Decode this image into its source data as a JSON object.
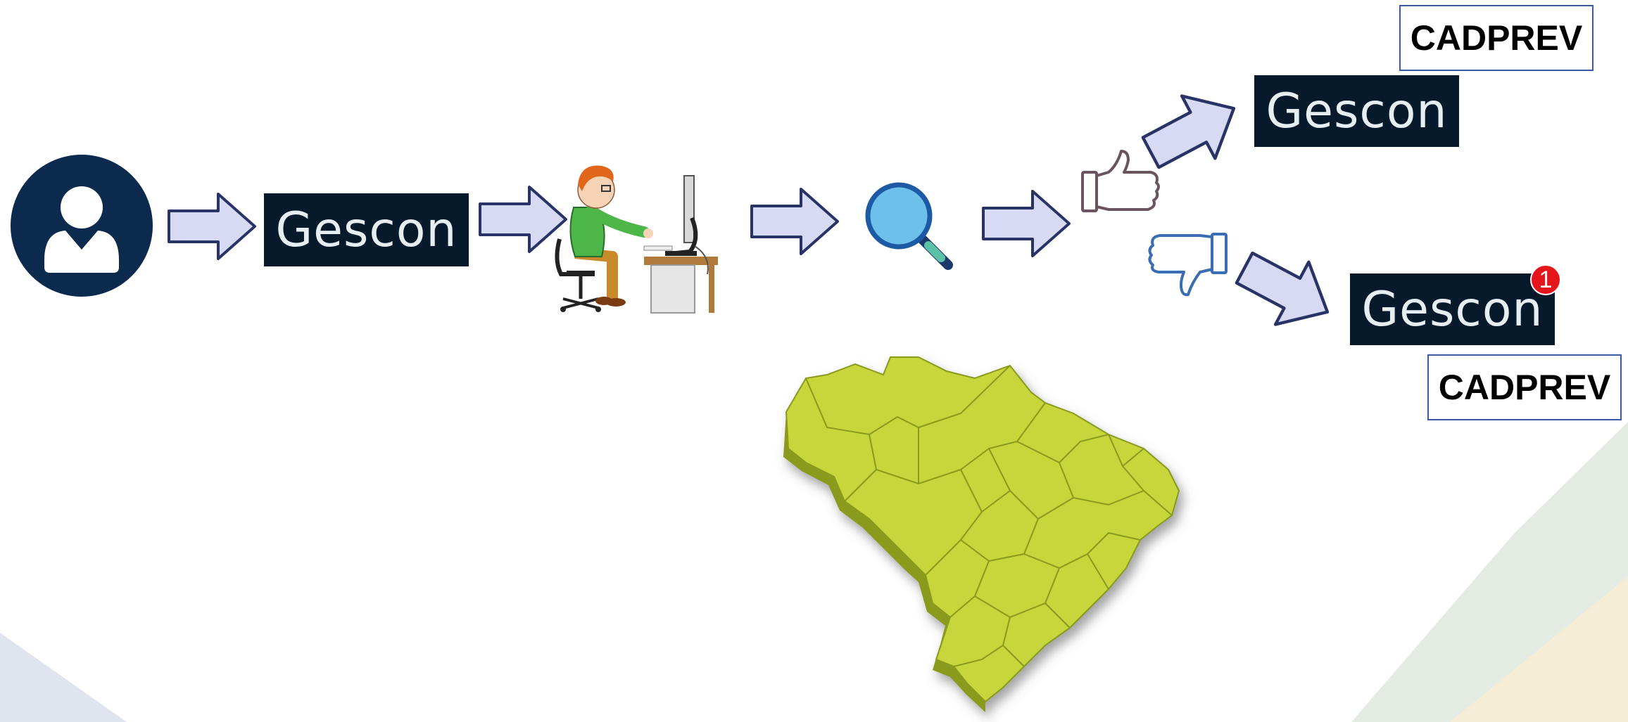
{
  "flow": {
    "system_label": "Gescon",
    "approved_label": "Gescon",
    "rejected_label": "Gescon",
    "cadprev_top": "CADPREV",
    "cadprev_bottom": "CADPREV",
    "notification_count": "1"
  },
  "icons": {
    "user": "user-circle-icon",
    "person_at_computer": "person-at-computer-illustration",
    "search": "magnifying-glass-icon",
    "approve": "thumbs-up-icon",
    "reject": "thumbs-down-icon",
    "map": "brazil-map"
  },
  "colors": {
    "gescon_bg": "#061a2b",
    "user_circle": "#0b2a4e",
    "arrow_fill": "#d6dbf3",
    "arrow_stroke": "#2a3366",
    "map_fill": "#c6d63a",
    "cadprev_border": "#3b5aa5",
    "badge": "#e4161b"
  }
}
